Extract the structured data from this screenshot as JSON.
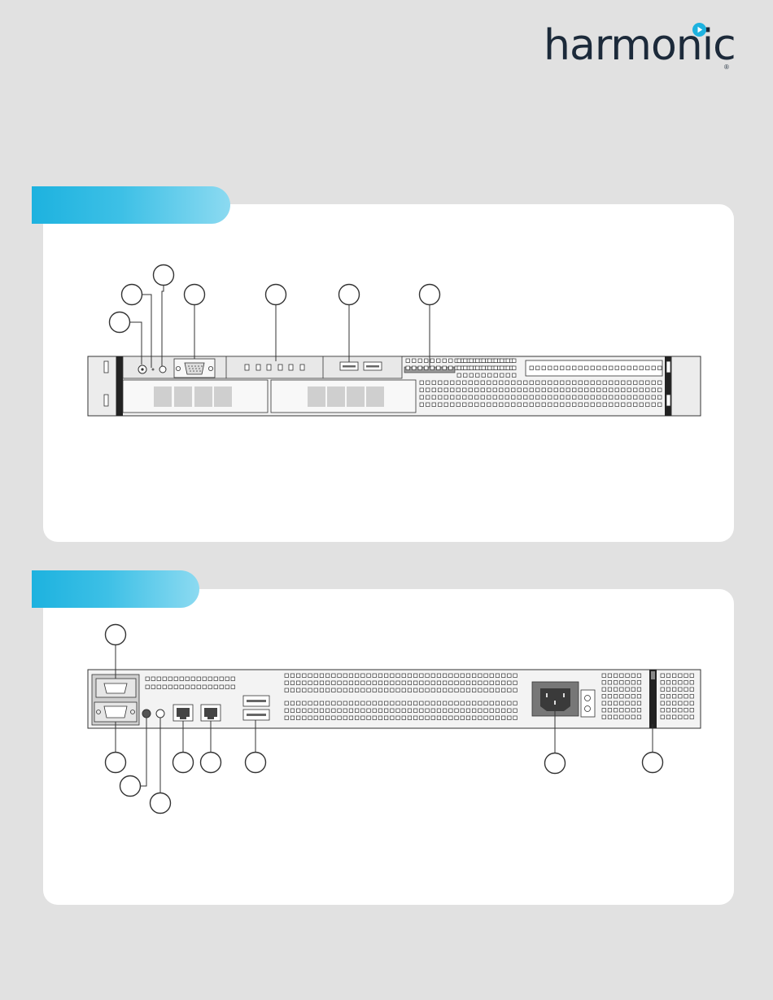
{
  "brand": {
    "logo_text": "harmonic",
    "registered_mark": "®",
    "accent_color": "#1db2df",
    "navy_color": "#1c2a3a"
  },
  "front_panel": {
    "callouts": [
      "",
      "",
      "",
      "",
      "",
      "",
      ""
    ],
    "components": [
      "power-button",
      "status-led",
      "id-button",
      "vga-port",
      "status-indicators",
      "usb-ports",
      "info-tag",
      "drive-bays",
      "vent-grille",
      "rack-ears"
    ]
  },
  "rear_panel": {
    "callouts": [
      "",
      "",
      "",
      "",
      "",
      "",
      "",
      "",
      ""
    ],
    "components": [
      "serial-port",
      "vga-port",
      "system-id-button",
      "id-led",
      "ethernet-port-1",
      "ethernet-port-2",
      "usb-ports",
      "power-inlet",
      "sliding-rail"
    ]
  }
}
